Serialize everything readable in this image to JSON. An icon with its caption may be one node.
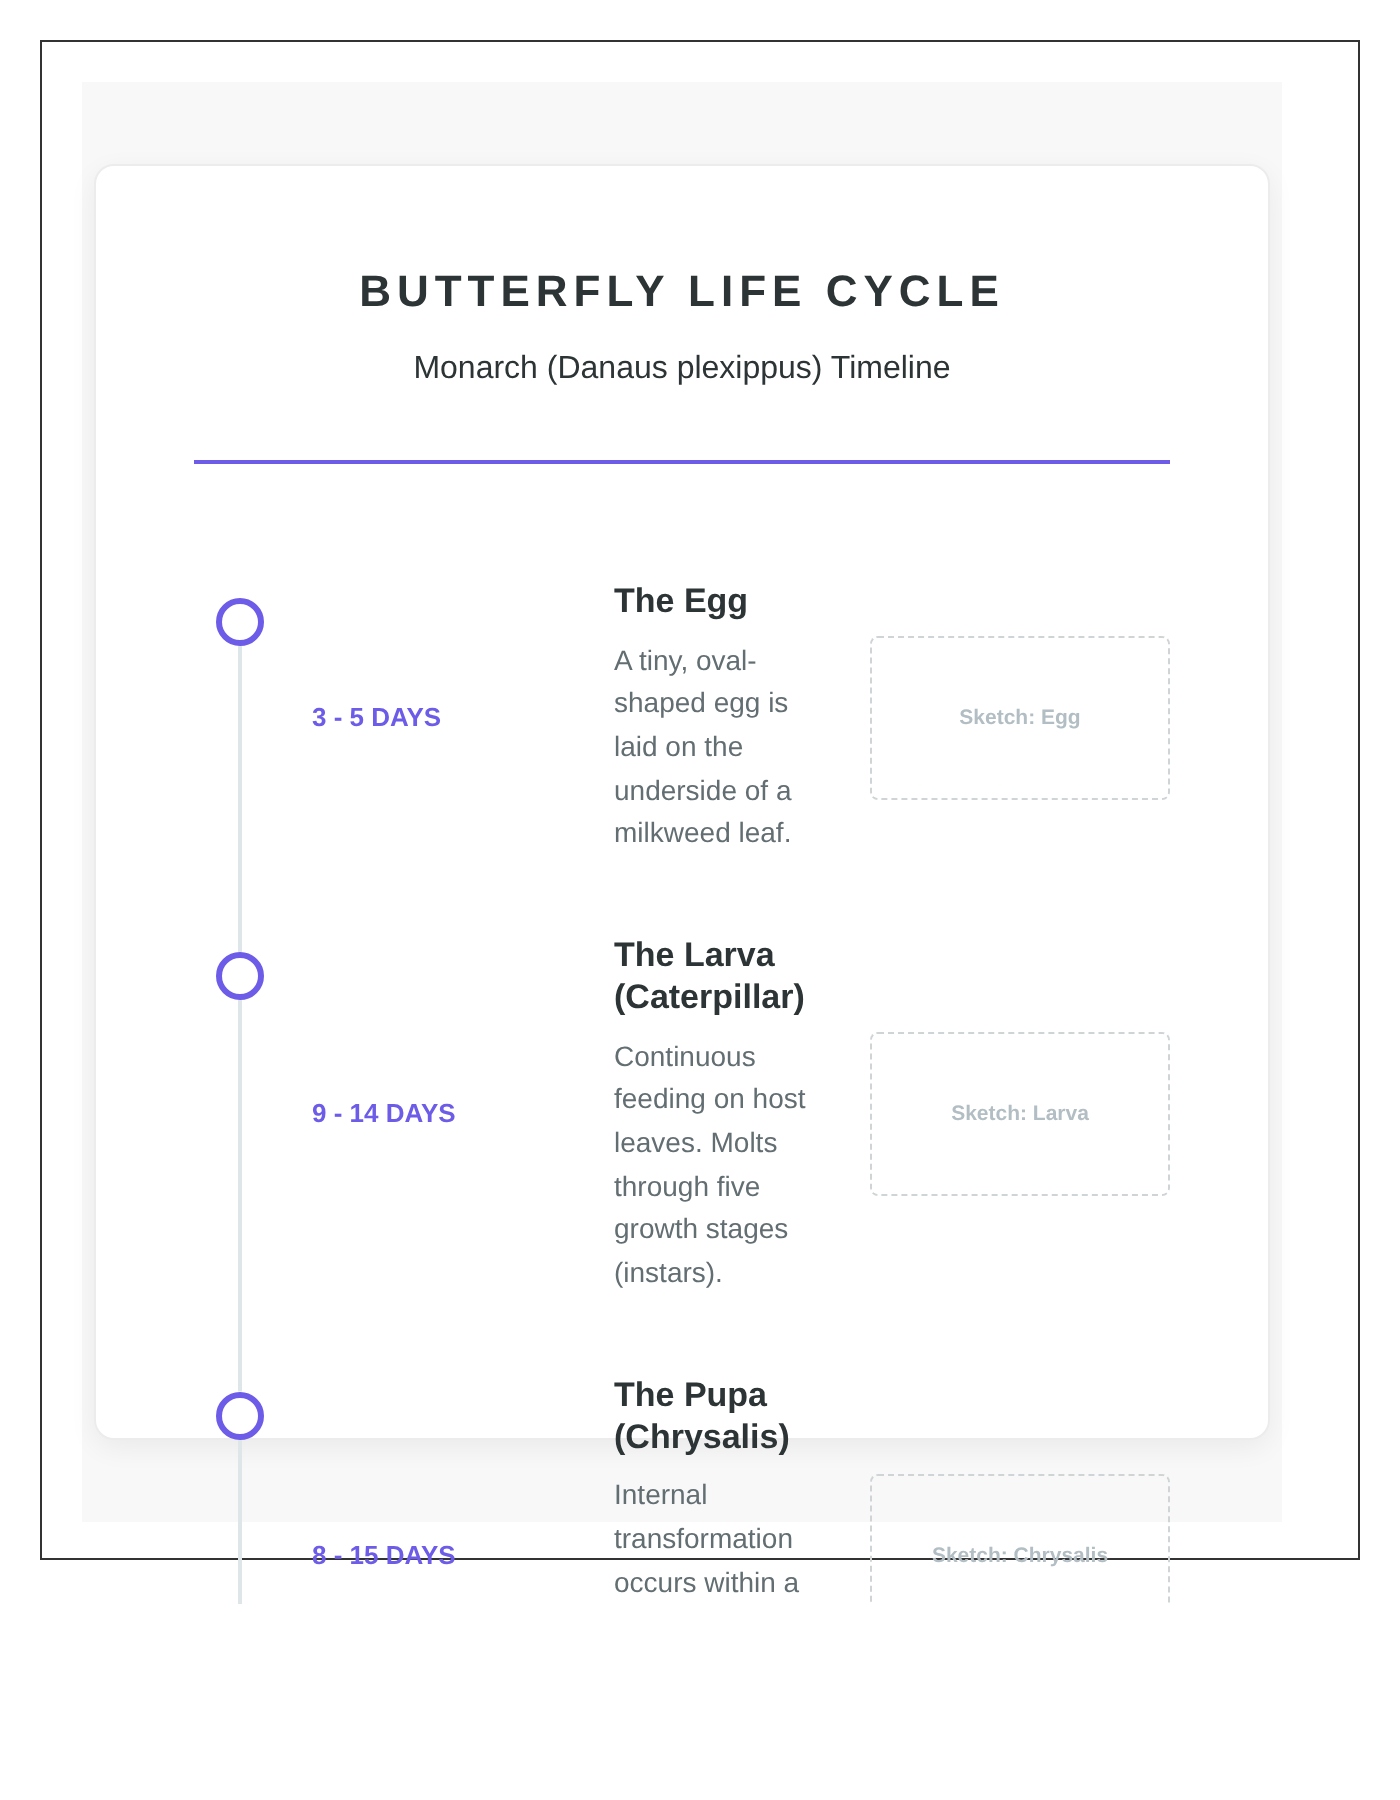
{
  "diagram": {
    "title": "BUTTERFLY LIFE CYCLE",
    "nodes": [
      {
        "text": [],
        "shape": "circle"
      },
      {
        "text": [
          "Sketch: Egg"
        ]
      },
      {
        "text": [],
        "shape": "circle"
      },
      {
        "text": [
          "Sketch: Larva"
        ]
      },
      {
        "text": [],
        "shape": "circle"
      },
      {
        "text": [
          "Sketch: Chrysalis"
        ]
      }
    ],
    "edges": [
      {
        "from": 0,
        "to": 2,
        "arrow": "none"
      },
      {
        "from": 2,
        "to": 4,
        "arrow": "none"
      },
      {
        "from": 4,
        "to": null,
        "arrow": "none"
      }
    ],
    "labels": [
      "Monarch (Danaus plexippus) Timeline",
      "3 - 5 DAYS",
      "The Egg",
      "A tiny, oval-shaped egg is laid on the underside of a milkweed leaf.",
      "9 - 14 DAYS",
      "The Larva (Caterpillar)",
      "Continuous feeding on host leaves. Molts through five growth stages (instars).",
      "8 - 15 DAYS",
      "The Pupa (Chrysalis)",
      "Internal transformation occurs within a"
    ]
  }
}
